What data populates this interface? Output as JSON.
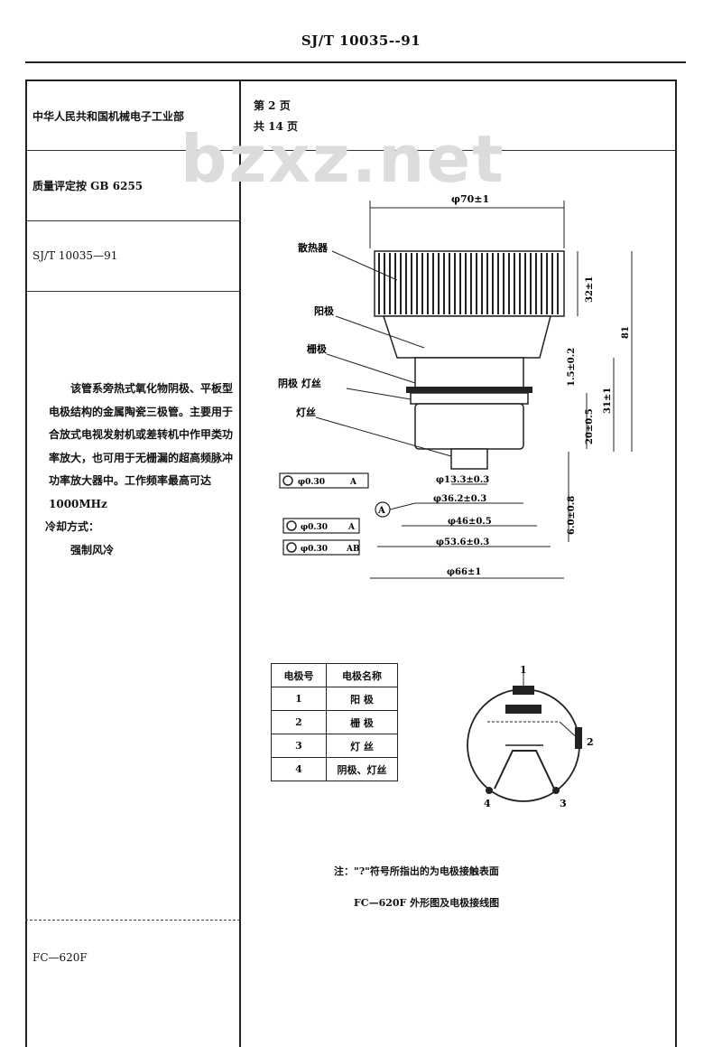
{
  "header": {
    "standard_code": "SJ/T 10035--91"
  },
  "left_column": {
    "ministry": "中华人民共和国机械电子工业部",
    "quality_basis": "质量评定按 GB 6255",
    "standard_code": "SJ/T 10035—91",
    "description": [
      "该管系旁热式氧化物阴极、平板型电极结构的金属陶瓷三极管。主要用于合放式电视发射机或差转机中作甲类功率放大，也可用于无栅漏的超高频脉冲功率放大器中。工作频率最高可达 1000MHz"
    ],
    "cooling_label": "冷却方式：",
    "cooling_value": "强制风冷",
    "model": "FC—620F"
  },
  "right_column": {
    "page_no": "第 2 页",
    "page_total": "共 14 页"
  },
  "watermark": "bzxz.net",
  "drawing": {
    "part_labels": {
      "heatsink": "散热器",
      "anode": "阳极",
      "grid": "栅极",
      "cathode_filament": "阴极  灯丝",
      "filament": "灯丝"
    },
    "dims": {
      "d70": "φ70±1",
      "h32": "32±1",
      "h81": "81",
      "h15": "1.5±0.2",
      "h31": "31±1",
      "h205": "20±0.5",
      "h60": "6.0±0.8",
      "d133": "φ13.3±0.3",
      "d362": "φ36.2±0.3",
      "d46": "φ46±0.5",
      "d536": "φ53.6±0.3",
      "d66": "φ66±1"
    },
    "tolerance_frames": [
      {
        "tol": "φ0.30",
        "ref": "A"
      },
      {
        "tol": "φ0.30",
        "ref": "A"
      },
      {
        "tol": "φ0.30",
        "ref": "AB"
      }
    ],
    "datum": "A"
  },
  "electrode_table": {
    "headers": [
      "电极号",
      "电极名称"
    ],
    "rows": [
      {
        "no": "1",
        "name": "阳  极"
      },
      {
        "no": "2",
        "name": "栅  极"
      },
      {
        "no": "3",
        "name": "灯  丝"
      },
      {
        "no": "4",
        "name": "阴极、灯丝"
      }
    ]
  },
  "pin_diagram": {
    "labels": [
      "1",
      "2",
      "3",
      "4"
    ]
  },
  "notes": {
    "note": "注：\"?\"符号所指出的为电极接触表面",
    "figure_caption": "FC—620F 外形图及电极接线图"
  }
}
